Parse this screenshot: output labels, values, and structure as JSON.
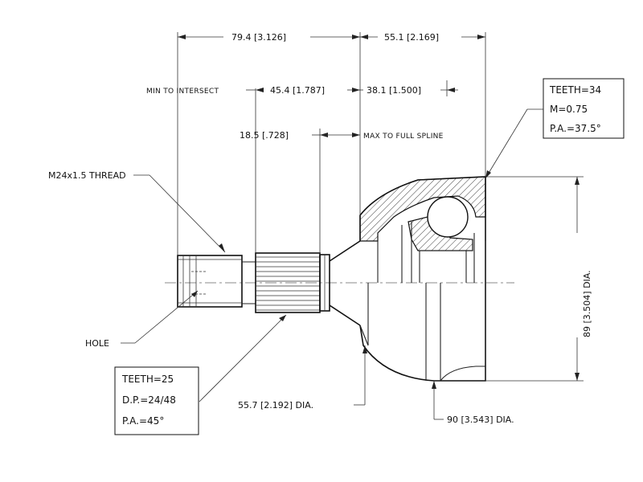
{
  "dimensions": {
    "overall_left": "79.4 [3.126]",
    "overall_right": "55.1 [2.169]",
    "min_to_intersect_label": "MIN TO INTERSECT",
    "min_to_intersect_value": "45.4 [1.787]",
    "right_inner": "38.1 [1.500]",
    "spline_length": "18.5 [.728]",
    "max_full_spline_label": "MAX TO FULL SPLINE",
    "outer_dia": "89 [3.504] DIA.",
    "neck_dia": "55.7 [2.192] DIA.",
    "bell_dia": "90 [3.543] DIA."
  },
  "callouts": {
    "thread": "M24x1.5 THREAD",
    "hole": "HOLE"
  },
  "spline_box_inner": {
    "teeth": "TEETH=34",
    "module": "M=0.75",
    "pressure_angle": "P.A.=37.5°"
  },
  "spline_box_outer": {
    "teeth": "TEETH=25",
    "diametral_pitch": "D.P.=24/48",
    "pressure_angle": "P.A.=45°"
  }
}
